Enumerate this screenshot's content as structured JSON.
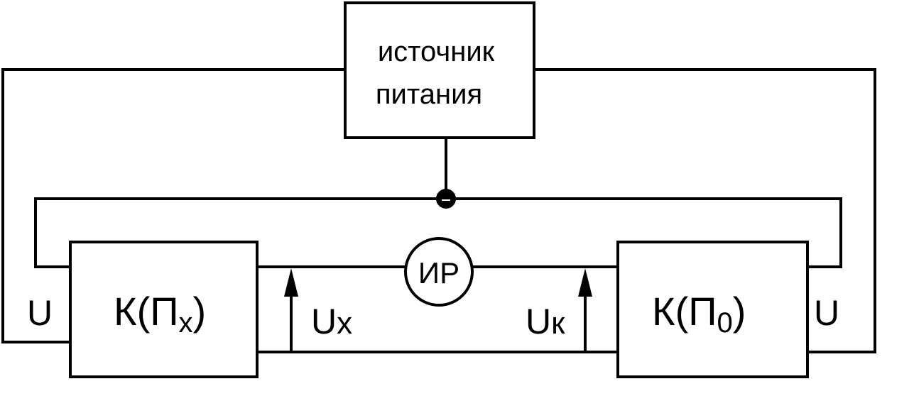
{
  "power_source": {
    "line1": "источник",
    "line2": "питания"
  },
  "converter_x": {
    "main": "К(П",
    "sub": "x",
    "close": ")"
  },
  "converter_0": {
    "main": "К(П",
    "sub": "0",
    "close": ")"
  },
  "meter": {
    "label": "ИР"
  },
  "labels": {
    "u_left": "U",
    "u_right": "U",
    "ux_main": "U",
    "ux_sub": "x",
    "uk_main": "U",
    "uk_sub": "к"
  },
  "colors": {
    "line": "#000000",
    "background": "#ffffff"
  }
}
